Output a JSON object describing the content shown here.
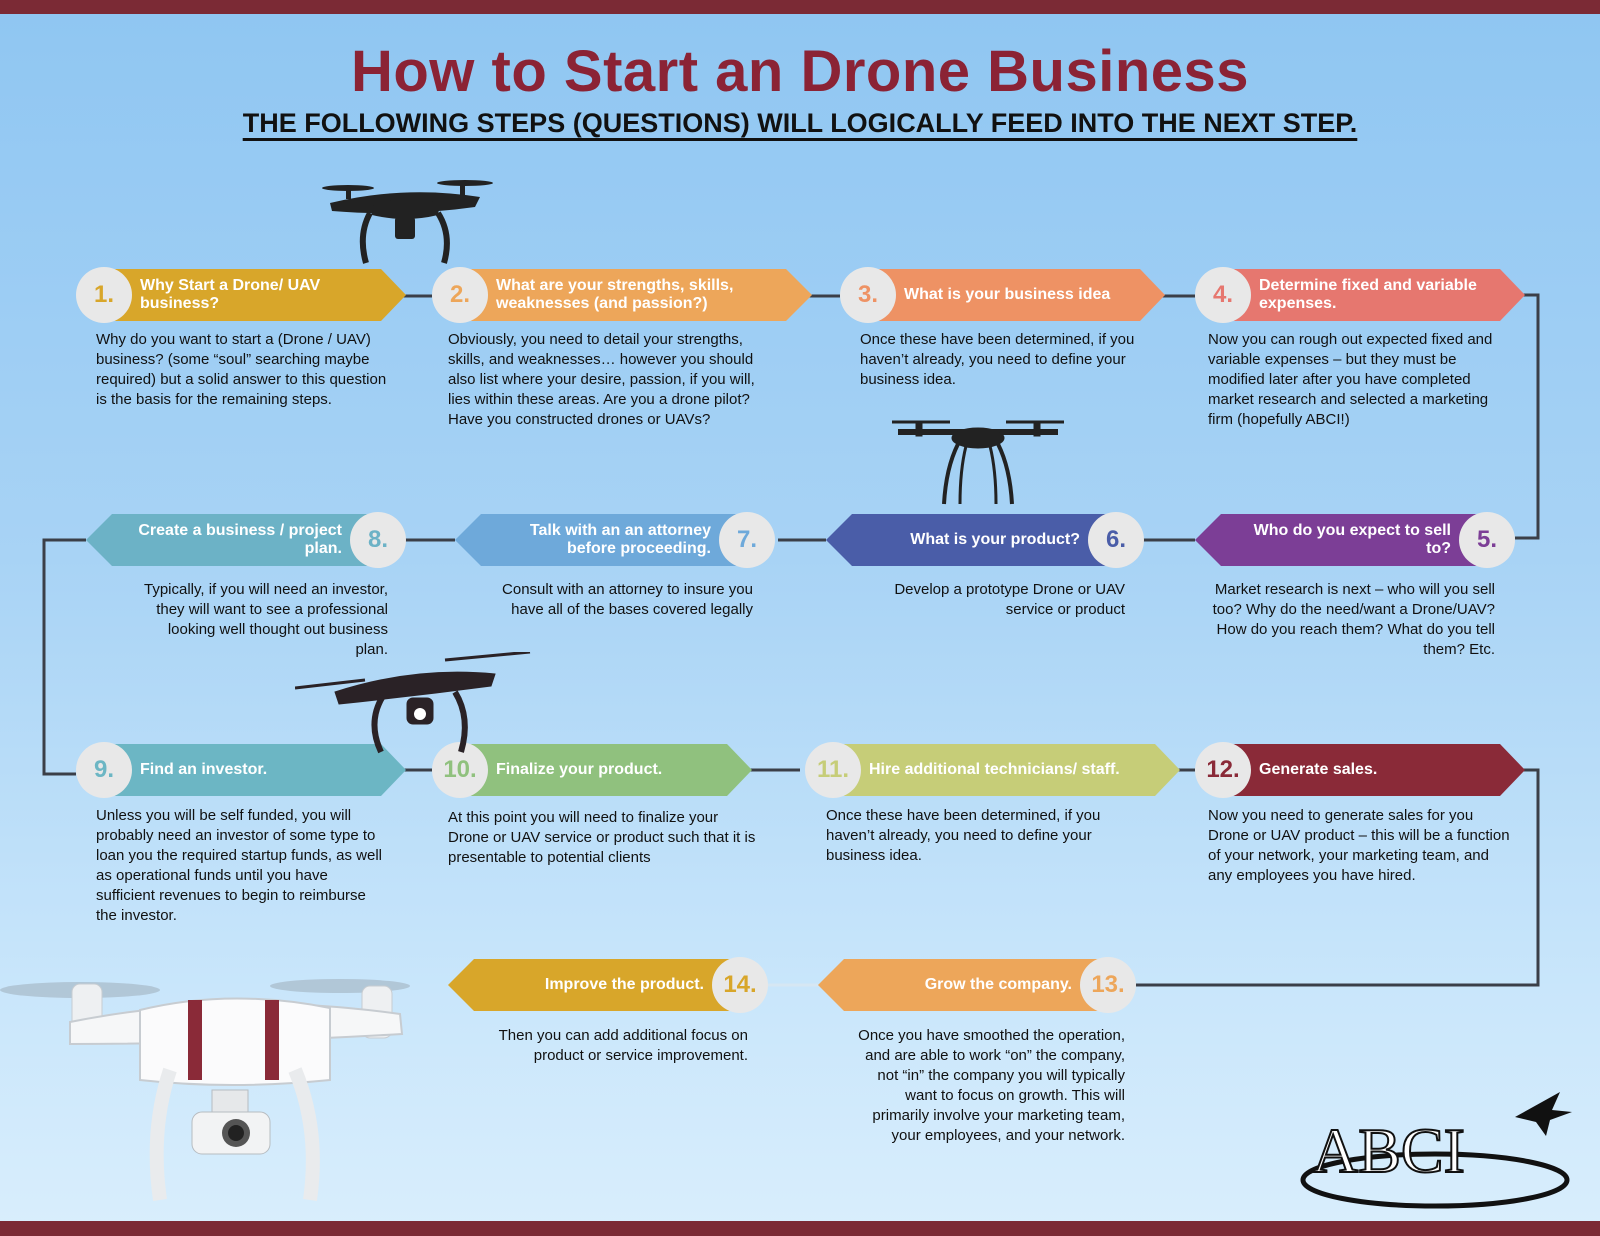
{
  "title": "How to Start an Drone Business",
  "subtitle": "THE FOLLOWING STEPS (QUESTIONS) WILL LOGICALLY FEED INTO THE NEXT STEP.",
  "steps": [
    {
      "num": "1.",
      "title": "Why Start a Drone/ UAV business?",
      "color": "#d8a62a",
      "desc": "Why do you want to start a (Drone / UAV) business? (some “soul” searching maybe required) but a solid answer to this question is the basis for the remaining steps."
    },
    {
      "num": "2.",
      "title": "What are your strengths, skills, weaknesses (and passion?)",
      "color": "#eda65a",
      "desc": "Obviously, you need to detail your strengths, skills, and weaknesses… however you should also list where your desire, passion, if you will, lies within these areas. Are you a drone pilot? Have you constructed drones or UAVs?"
    },
    {
      "num": "3.",
      "title": "What is your business idea",
      "color": "#ee9264",
      "desc": "Once these have been determined, if you haven’t already, you need to define your business idea."
    },
    {
      "num": "4.",
      "title": "Determine fixed and variable expenses.",
      "color": "#e6776f",
      "desc": "Now you can rough out expected fixed and variable expenses – but they must be modified later after you have completed market research and selected a marketing firm (hopefully ABCI!)"
    },
    {
      "num": "5.",
      "title": "Who do you expect to sell to?",
      "color": "#7c3e96",
      "desc": "Market research is next – who will you sell too? Why do the need/want a Drone/UAV? How do you reach them? What do you tell them? Etc."
    },
    {
      "num": "6.",
      "title": "What is your product?",
      "color": "#4a5da8",
      "desc": "Develop a prototype Drone or UAV service or product"
    },
    {
      "num": "7.",
      "title": "Talk with an an attorney before proceeding.",
      "color": "#6ea9da",
      "desc": "Consult with an attorney to insure you have all of the bases covered legally"
    },
    {
      "num": "8.",
      "title": "Create a business / project plan.",
      "color": "#6cb2c6",
      "desc": "Typically, if you will need an investor, they will want to see a professional looking well thought out business plan."
    },
    {
      "num": "9.",
      "title": "Find an investor.",
      "color": "#6cb6c4",
      "desc": "Unless you will be self funded, you will probably need an investor of some type to loan you the required startup funds, as well as operational funds until you have sufficient revenues to begin to reimburse the investor."
    },
    {
      "num": "10.",
      "title": "Finalize your product.",
      "color": "#90c17e",
      "desc": "At this point you will need to finalize your Drone or UAV service or product such that it is presentable to potential clients"
    },
    {
      "num": "11.",
      "title": "Hire additional technicians/ staff.",
      "color": "#c6cd78",
      "desc": "Once these have been determined, if you haven’t already, you need to define your business idea."
    },
    {
      "num": "12.",
      "title": "Generate sales.",
      "color": "#8a2a38",
      "desc": "Now you need to generate sales for you Drone or UAV product – this will be a function of your network, your marketing team, and any employees you have hired."
    },
    {
      "num": "13.",
      "title": "Grow the company.",
      "color": "#eda65a",
      "desc": "Once you have smoothed the operation, and are able to work “on” the company, not “in” the company you will typically want to focus on growth.  This will primarily involve your marketing team, your employees, and your network."
    },
    {
      "num": "14.",
      "title": "Improve the product.",
      "color": "#d8a62a",
      "desc": "Then you can add additional focus on product or service improvement."
    }
  ],
  "logo": {
    "text": "ABCI"
  }
}
